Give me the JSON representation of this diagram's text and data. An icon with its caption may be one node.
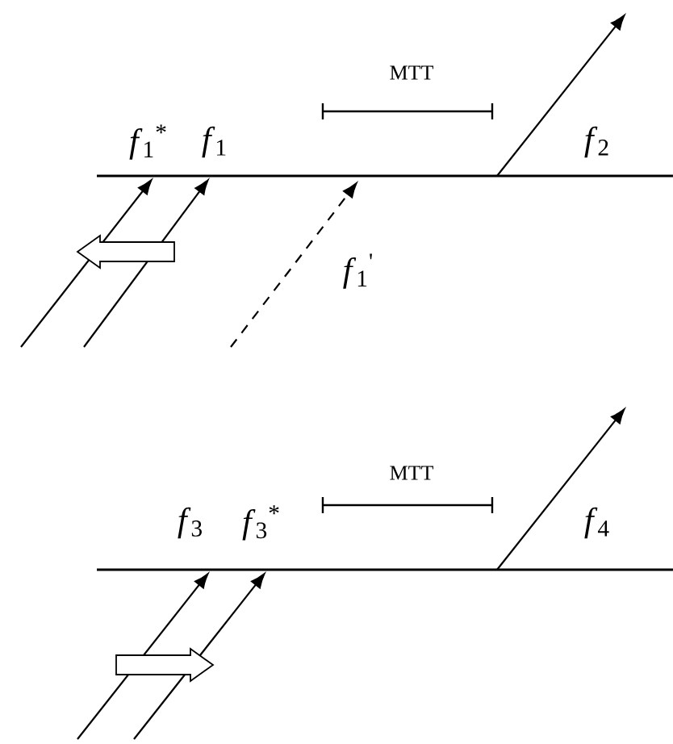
{
  "diagram": {
    "labels": [
      "MTT",
      "*f*$_{1}$$^{*}$",
      "*f*$_{1}$",
      "*f*$_{2}$",
      "*f*$_{1}$$^{'}$",
      "MTT",
      "*f*$_{3}$",
      "*f*$_{3}$$^{*}$",
      "*f*$_{4}$"
    ]
  }
}
